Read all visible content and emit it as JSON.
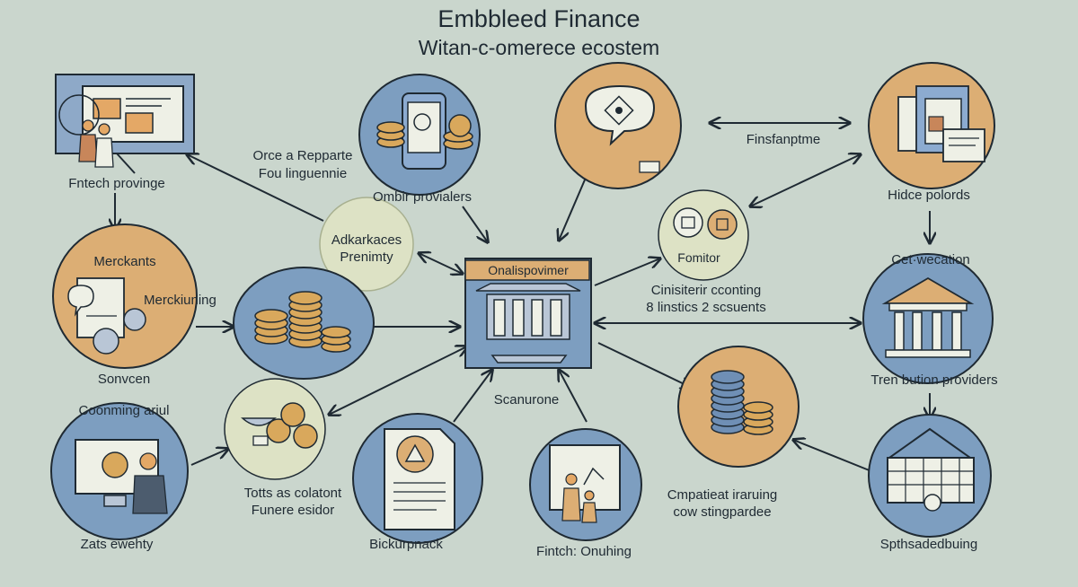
{
  "title": "Embbleed Finance",
  "subtitle": "Witan-c-omerece ecostem",
  "labels": {
    "fintech_provinge": "Fntech provinge",
    "orce_line1": "Orce a Repparte",
    "orce_line2": "Fou linguennie",
    "ombir_providers": "Ombir provialers",
    "finsfanptme": "Finsfanptme",
    "hidce_polords": "Hidce polords",
    "adkarkaces_line1": "Adkarkaces",
    "adkarkaces_line2": "Prenimty",
    "merckants": "Merckants",
    "merckiuning": "Merckiuning",
    "onalispovimer": "Onalispovimer",
    "fomitor": "Fomitor",
    "cinisterir_line1": "Cinisiterir cconting",
    "cinisterir_line2": "8 linstics 2 scsuents",
    "cet_wecation": "Cet·wecation",
    "sonvcen": "Sonvcen",
    "coonming_ariul": "Coonming ariul",
    "scanurone": "Scanurone",
    "tren_bution": "Tren bution providers",
    "totts_line1": "Totts as colatont",
    "totts_line2": "Funere esidor",
    "cmpatieat_line1": "Cmpatieat iraruing",
    "cmpatieat_line2": "cow stingpardee",
    "zats_ewehty": "Zats ewehty",
    "bickurpnack": "Bickurpnack",
    "fintch_onuhing": "Fintch: Onuhing",
    "spthsadedbuing": "Spthsadedbuing"
  },
  "colors": {
    "background": "#cad6cd",
    "blue_circle": "#7d9ec0",
    "tan_circle": "#dcae74",
    "pale_circle": "#dde2c5",
    "ink": "#1f2a33",
    "coin": "#d9a85c",
    "coin_blue": "#6f8fb5"
  },
  "icons": [
    "presentation-board-icon",
    "smartphone-coins-icon",
    "chat-bubbles-icon",
    "documents-icon",
    "merchant-documents-icon",
    "coin-stacks-icon",
    "bank-platform-icon",
    "bank-buttons-icon",
    "bank-building-icon",
    "computer-coin-icon",
    "bowl-coins-icon",
    "document-triangle-icon",
    "presenter-icon",
    "blue-coin-stacks-icon",
    "calendar-icon"
  ]
}
